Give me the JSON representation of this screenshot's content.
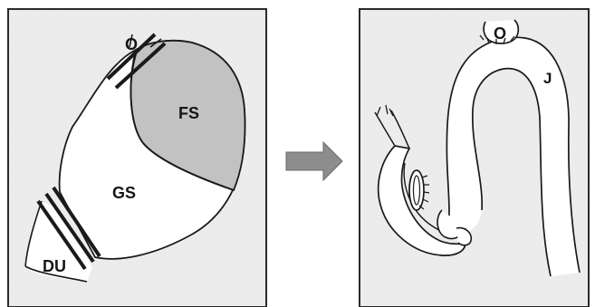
{
  "left_panel": {
    "labels": {
      "o": "O",
      "fs": "FS",
      "gs": "GS",
      "du": "DU"
    }
  },
  "right_panel": {
    "labels": {
      "o": "O",
      "j": "J"
    }
  },
  "arrow": {
    "direction": "right",
    "color": "#8d8d8d"
  },
  "colors": {
    "panel_background": "#ececec",
    "panel_border": "#2a2a2a",
    "shaded_region": "#c2c2c2",
    "organ_fill": "#ffffff",
    "outline": "#1a1a1a"
  }
}
